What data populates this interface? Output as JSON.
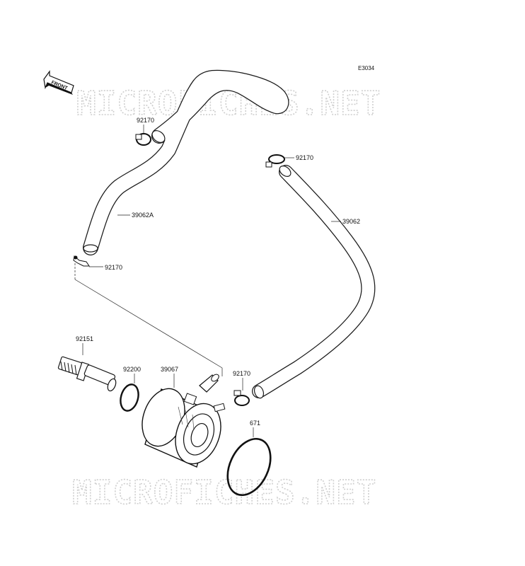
{
  "diagram_code": "E3034",
  "front_arrow_label": "FRONT",
  "watermark_text": "MICROFICHES.NET",
  "parts": {
    "clamp_top": "92170",
    "clamp_right": "92170",
    "hose_left": "39062A",
    "clamp_small": "92170",
    "hose_right": "39062",
    "fitting": "92151",
    "gasket": "92200",
    "oil_cooler": "39067",
    "clamp_bottom": "92170",
    "o_ring": "671"
  }
}
